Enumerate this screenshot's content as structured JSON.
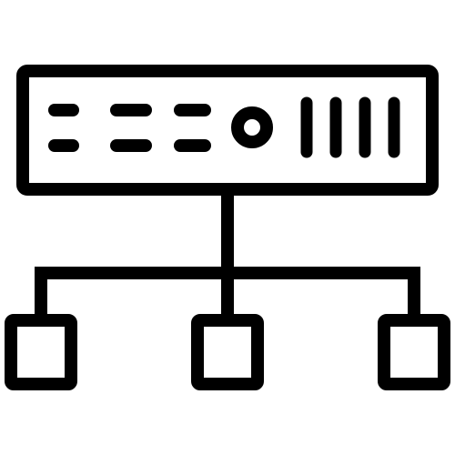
{
  "icon": {
    "name": "server-network-hierarchy-icon",
    "stroke_color": "#000000",
    "background_color": "#ffffff"
  },
  "server": {
    "indicator_rows": 2,
    "indicator_columns": 3,
    "status_light": "circle",
    "vertical_slots": 4
  },
  "network": {
    "node_count": 3
  }
}
